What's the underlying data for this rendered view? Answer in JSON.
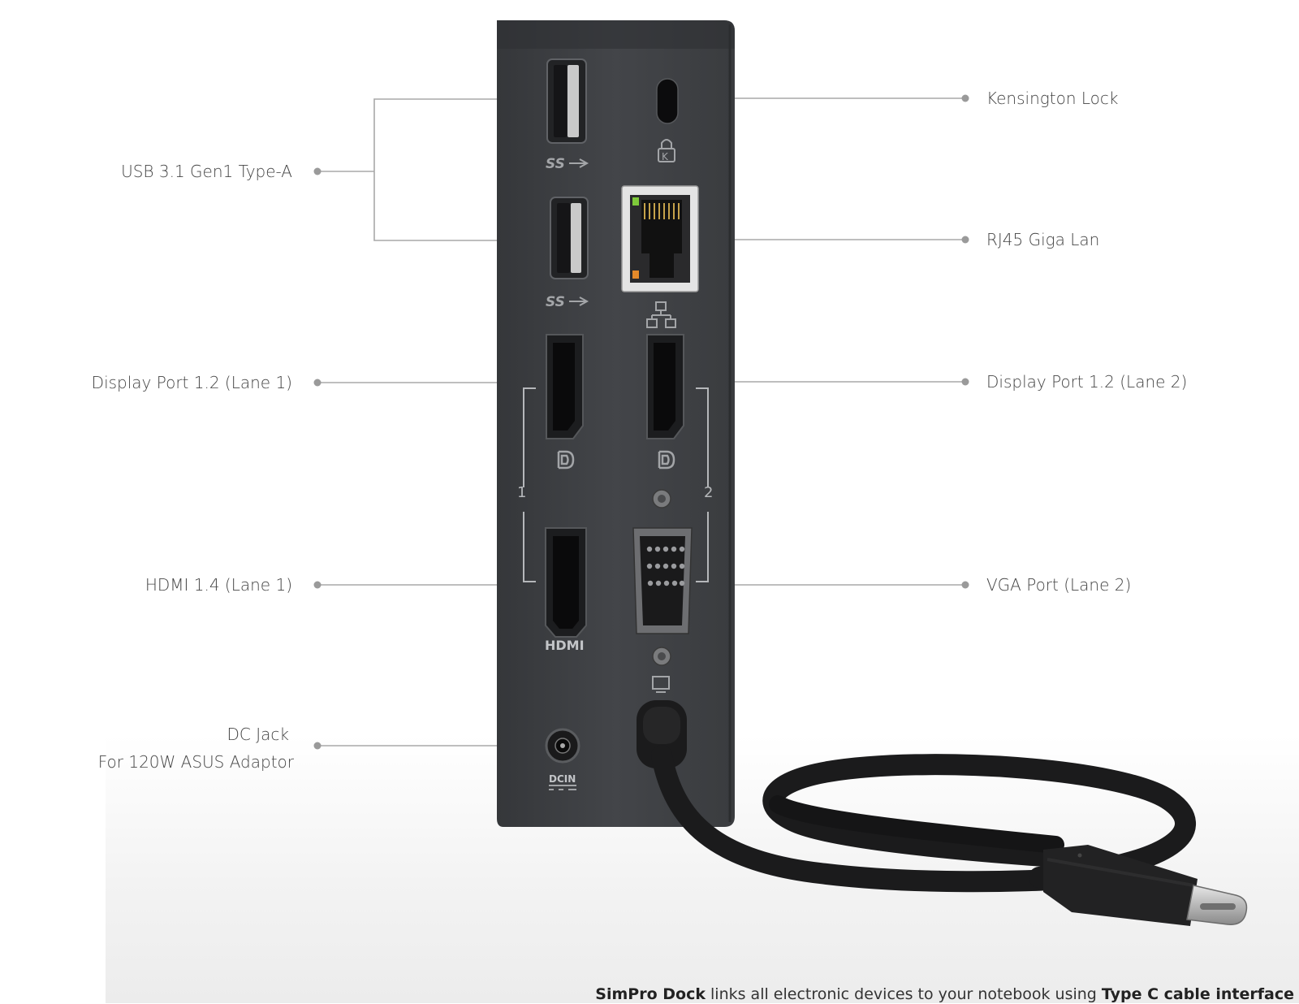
{
  "callouts": {
    "usb_a": "USB 3.1 Gen1 Type-A",
    "display_port_1": "Display Port 1.2 (Lane 1)",
    "hdmi": "HDMI 1.4 (Lane 1)",
    "dc_jack_title": "DC Jack",
    "dc_jack_detail": "For 120W ASUS Adaptor",
    "kensington": "Kensington Lock",
    "rj45": "RJ45 Giga Lan",
    "display_port_2": "Display Port 1.2 (Lane 2)",
    "vga": "VGA Port (Lane 2)"
  },
  "device_markings": {
    "usb_logo": "SS",
    "hdmi_logo": "HDMI",
    "dcin_logo": "DCIN",
    "lock_letter": "K",
    "lane_1": "1",
    "lane_2": "2"
  },
  "caption": {
    "product": "SimPro Dock",
    "middle": " links all electronic devices to your notebook using ",
    "interface": "Type C cable interface"
  },
  "colors": {
    "dock_body": "#3d3f42",
    "leader_line": "#a8a8a8",
    "label_text": "#444444",
    "cable": "#1b1b1c"
  }
}
